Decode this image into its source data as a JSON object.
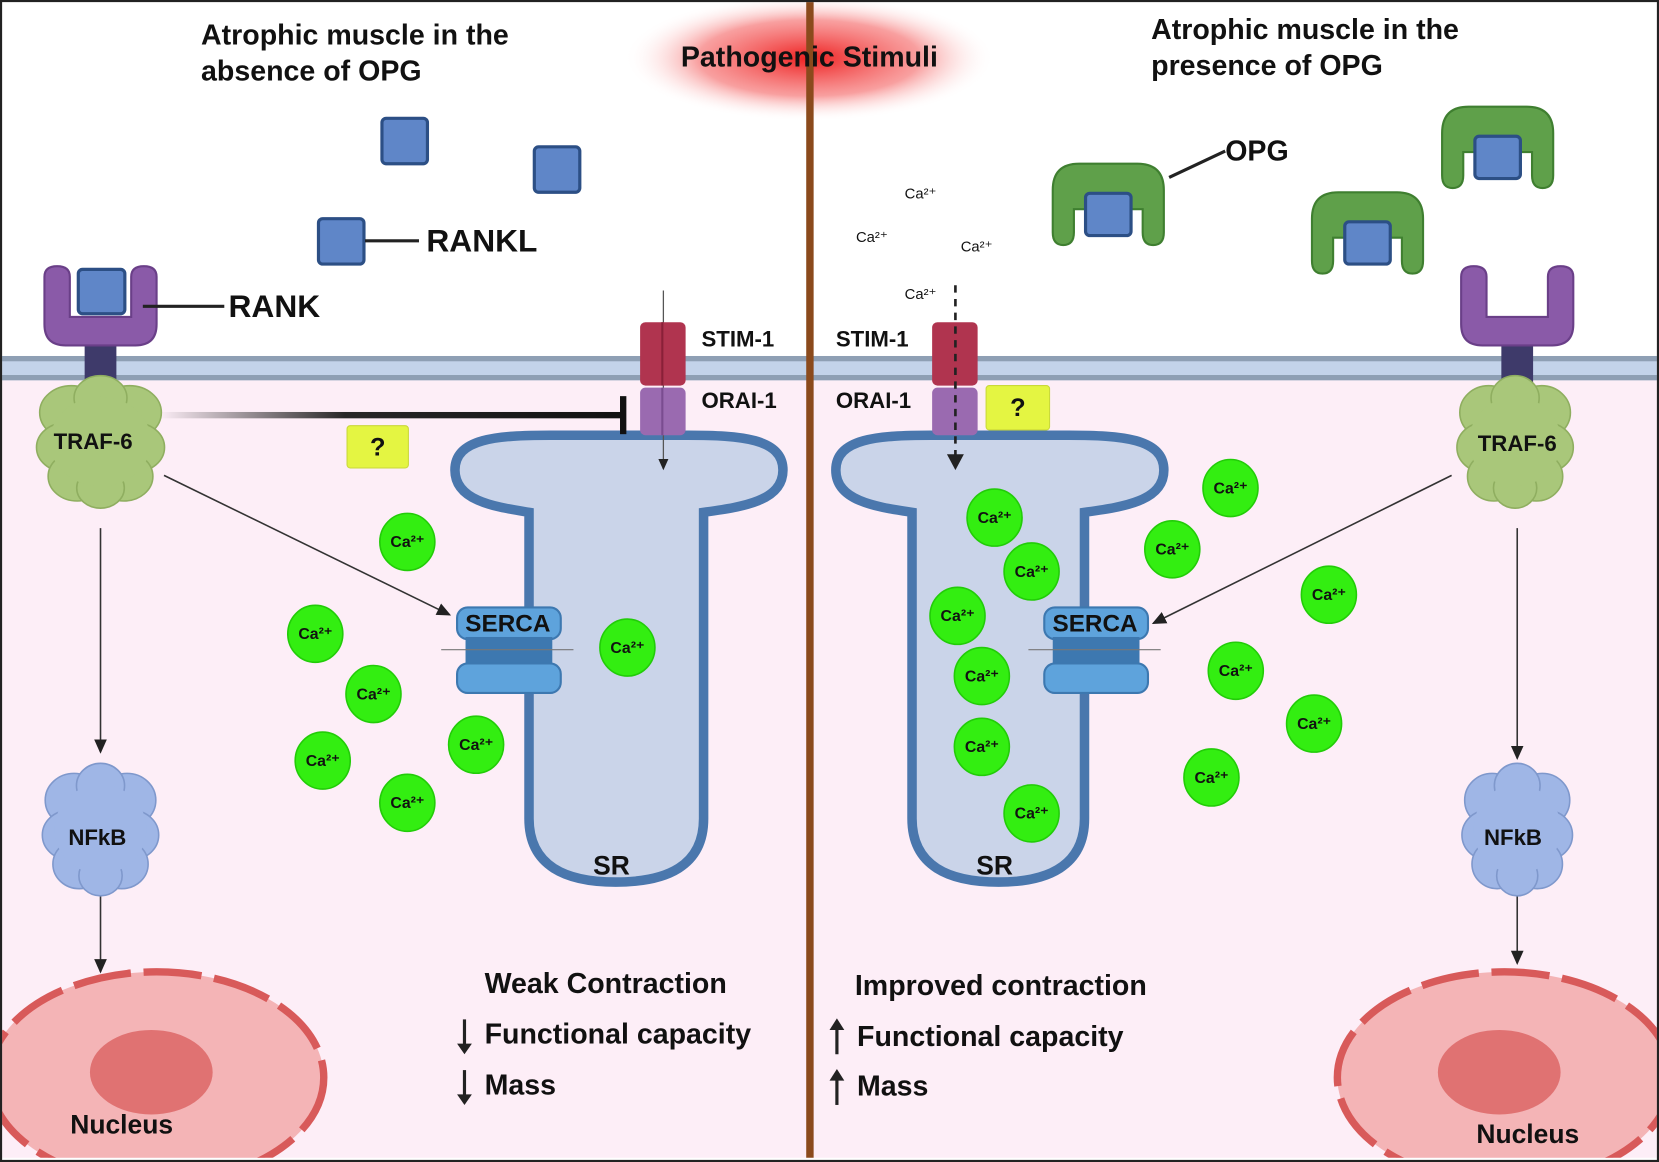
{
  "left_title": [
    "Atrophic muscle in the",
    "absence of OPG"
  ],
  "right_title": [
    "Atrophic muscle in the",
    "presence of OPG"
  ],
  "center_title": "Pathogenic Stimuli",
  "labels": {
    "rankl": "RANKL",
    "rank": "RANK",
    "opg": "OPG",
    "stim1": "STIM-1",
    "orai1": "ORAI-1",
    "traf6": "TRAF-6",
    "nfkb": "NFkB",
    "serca": "SERCA",
    "sr": "SR",
    "nucleus": "Nucleus",
    "question": "?",
    "calcium": "Ca²⁺"
  },
  "left_outcome": {
    "heading": "Weak Contraction",
    "items": [
      {
        "direction": "down",
        "text": "Functional capacity"
      },
      {
        "direction": "down",
        "text": "Mass"
      }
    ]
  },
  "right_outcome": {
    "heading": "Improved contraction",
    "items": [
      {
        "direction": "up",
        "text": "Functional capacity"
      },
      {
        "direction": "up",
        "text": "Mass"
      }
    ]
  },
  "colors": {
    "cytoplasm": "#fdeef7",
    "membrane": "#c3d3ea",
    "divider": "#8b4a1c",
    "stimulus": "#ee2020",
    "rankl": "#5f86c8",
    "rank": "#8a5aa8",
    "opg": "#5fa04a",
    "traf6": "#a9c77a",
    "nfkb": "#9fb6e6",
    "sr_fill": "#cad4e9",
    "sr_stroke": "#4a77ad",
    "serca": "#5ea3dc",
    "calcium": "#33ee11",
    "stim1": "#b0344f",
    "orai1": "#9a6ab0",
    "question_box": "#e4f542",
    "nucleus": "#f0a0a0"
  }
}
